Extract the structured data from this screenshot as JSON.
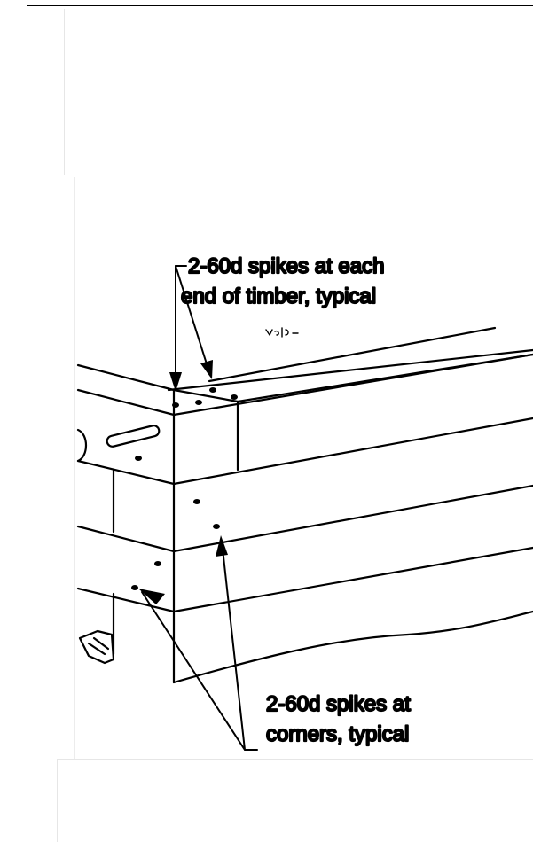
{
  "callouts": {
    "top_line1": "2-60d spikes at each",
    "top_line2": "end of timber, typical",
    "bottom_line1": "2-60d spikes at",
    "bottom_line2": "corners, typical"
  },
  "colors": {
    "ink": "#000000",
    "background": "#ffffff",
    "panel_border": "#e6e6e6"
  }
}
